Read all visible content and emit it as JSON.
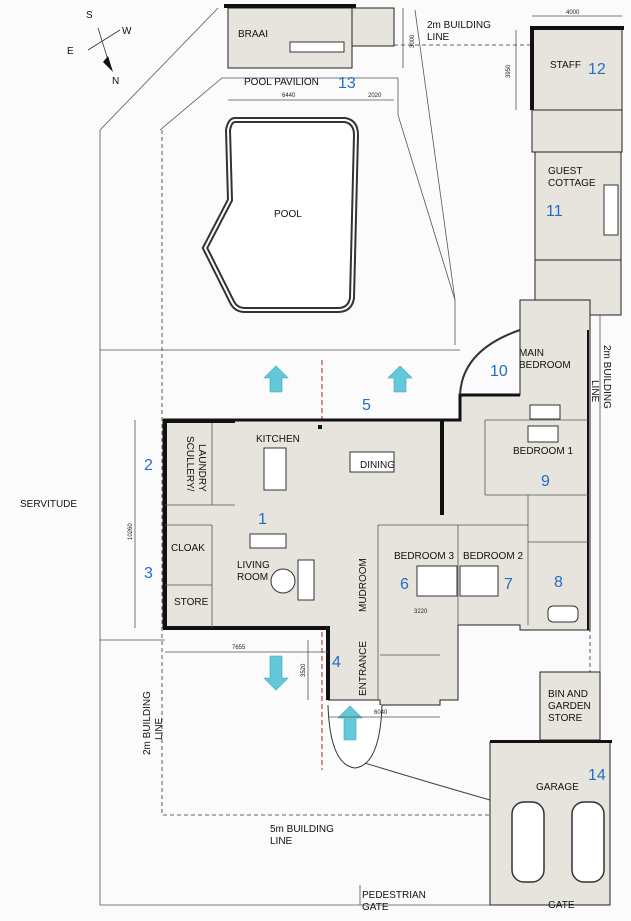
{
  "compass": {
    "s": "S",
    "w": "W",
    "e": "E",
    "n": "N"
  },
  "rooms": {
    "braai": "BRAAI",
    "pool_pavilion": "POOL PAVILION",
    "pool": "POOL",
    "staff": "STAFF",
    "guest_cottage_1": "GUEST",
    "guest_cottage_2": "COTTAGE",
    "main_bedroom_1": "MAIN",
    "main_bedroom_2": "BEDROOM",
    "kitchen": "KITCHEN",
    "dining": "DINING",
    "bedroom1": "BEDROOM 1",
    "scullery": "SCULLERY/",
    "laundry": "LAUNDRY",
    "cloak": "CLOAK",
    "store": "STORE",
    "living_1": "LIVING",
    "living_2": "ROOM",
    "bedroom3": "BEDROOM 3",
    "bedroom2": "BEDROOM 2",
    "mudroom": "MUDROOM",
    "entrance": "ENTRANCE",
    "bin_1": "BIN AND",
    "bin_2": "GARDEN",
    "bin_3": "STORE",
    "garage": "GARAGE",
    "gate": "GATE",
    "servitude": "SERVITUDE",
    "ped_gate_1": "PEDESTRIAN",
    "ped_gate_2": "GATE"
  },
  "building_lines": {
    "top_1": "2m BUILDING",
    "top_2": "LINE",
    "right_1": "2m BUILDING",
    "right_2": "LINE",
    "left_1": "2m BUILDING",
    "left_2": "LINE",
    "bottom_1": "5m BUILDING",
    "bottom_2": "LINE"
  },
  "dimensions": {
    "d4000": "4000",
    "d3950": "3950",
    "d3000": "3000",
    "d6440": "6440",
    "d2020": "2020",
    "d10260": "10260",
    "d7655": "7655",
    "d3520": "3520",
    "d3220": "3220",
    "d6040": "6040"
  },
  "numbers": {
    "n1": "1",
    "n2": "2",
    "n3": "3",
    "n4": "4",
    "n5": "5",
    "n6": "6",
    "n7": "7",
    "n8": "8",
    "n9": "9",
    "n10": "10",
    "n11": "11",
    "n12": "12",
    "n13": "13",
    "n14": "14"
  },
  "colors": {
    "arrow": "#63c9d8",
    "number": "#1f6ec9",
    "floor": "#e6e4dd"
  }
}
